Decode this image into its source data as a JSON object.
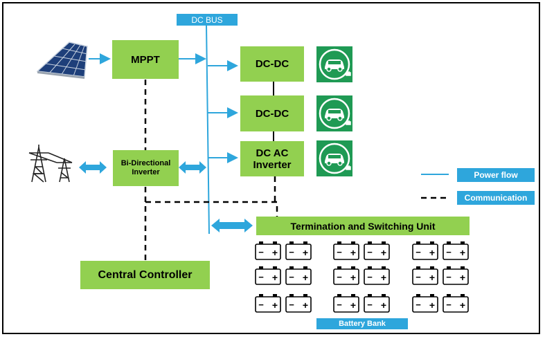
{
  "bus": {
    "label": "DC BUS"
  },
  "blocks": {
    "mppt": "MPPT",
    "dcdc1": "DC-DC",
    "dcdc2": "DC-DC",
    "dcac": "DC AC\nInverter",
    "bidir": "Bi-Directional\nInverter",
    "controller": "Central Controller",
    "termination": "Termination and Switching Unit"
  },
  "legend": {
    "power": "Power flow",
    "comm": "Communication"
  },
  "battery_bank": {
    "label": "Battery Bank",
    "battery_symbol_minus": "−",
    "battery_symbol_plus": "+"
  },
  "colors": {
    "block": "#92d050",
    "power_line": "#2ea6dc",
    "ev_icon": "#1f9a54"
  },
  "icons": [
    "solar-panel-icon",
    "power-tower-icon",
    "electric-car-charging-icon",
    "battery-icon"
  ]
}
